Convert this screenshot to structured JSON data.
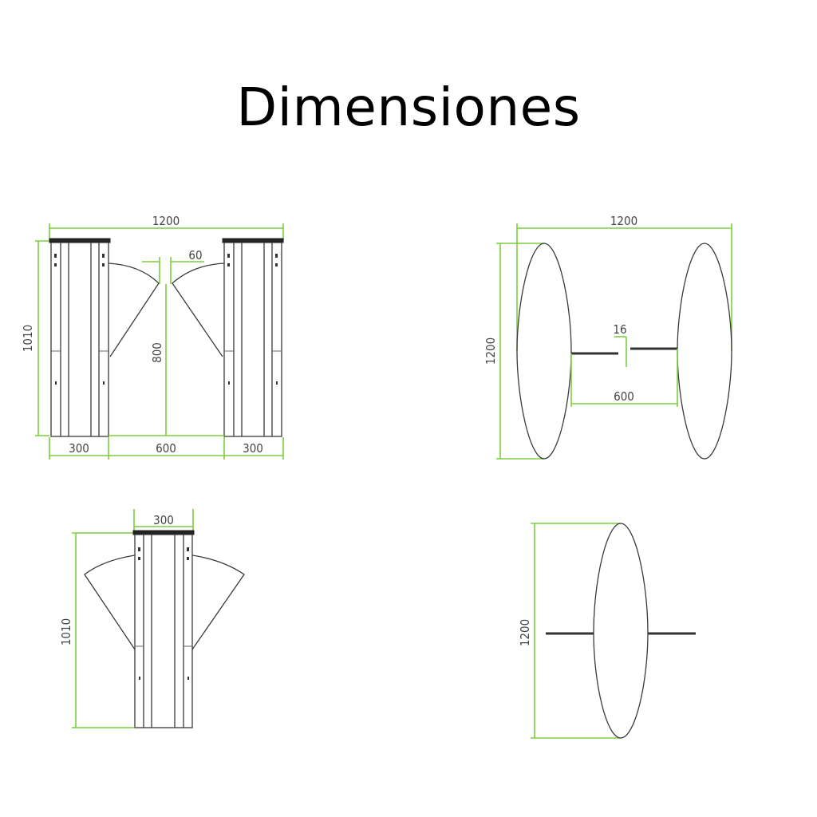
{
  "title": "Dimensiones",
  "views": {
    "front": {
      "width_total": "1200",
      "height": "1010",
      "gap_flap": "60",
      "flap_height": "800",
      "cabinet_left": "300",
      "passage": "600",
      "cabinet_right": "300"
    },
    "top": {
      "length_total": "1200",
      "width": "1200",
      "flap_gap": "16",
      "passage": "600"
    },
    "side": {
      "width": "300",
      "height": "1010"
    },
    "single_top": {
      "length": "1200"
    }
  },
  "colors": {
    "dimension_lines": "#7ccf3a",
    "outline": "#3a3a3a"
  }
}
